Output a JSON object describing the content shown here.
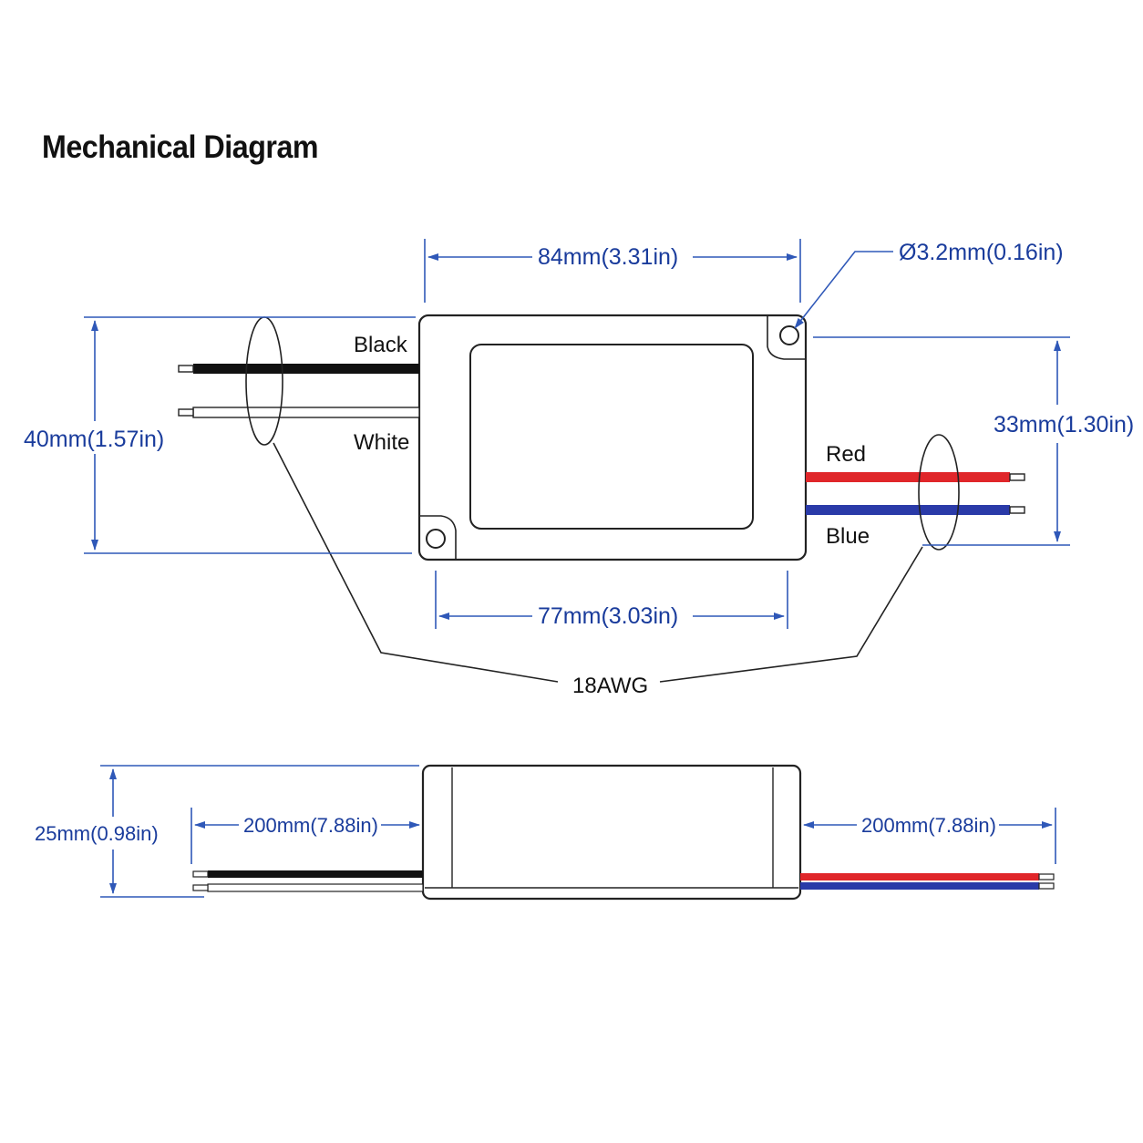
{
  "title": "Mechanical Diagram",
  "dimensions": {
    "top_length": "84mm(3.31in)",
    "hole_diameter": "Ø3.2mm(0.16in)",
    "body_height": "40mm(1.57in)",
    "hole_spacing_vertical": "33mm(1.30in)",
    "hole_spacing_horizontal": "77mm(3.03in)",
    "thickness": "25mm(0.98in)",
    "lead_length_left": "200mm(7.88in)",
    "lead_length_right": "200mm(7.88in)"
  },
  "wires": {
    "black": "Black",
    "white": "White",
    "red": "Red",
    "blue": "Blue",
    "gauge": "18AWG"
  },
  "colors": {
    "dimension_blue": "#1a3c9c",
    "wire_black": "#111111",
    "wire_red": "#e0262a",
    "wire_blue": "#2a3aa8"
  }
}
